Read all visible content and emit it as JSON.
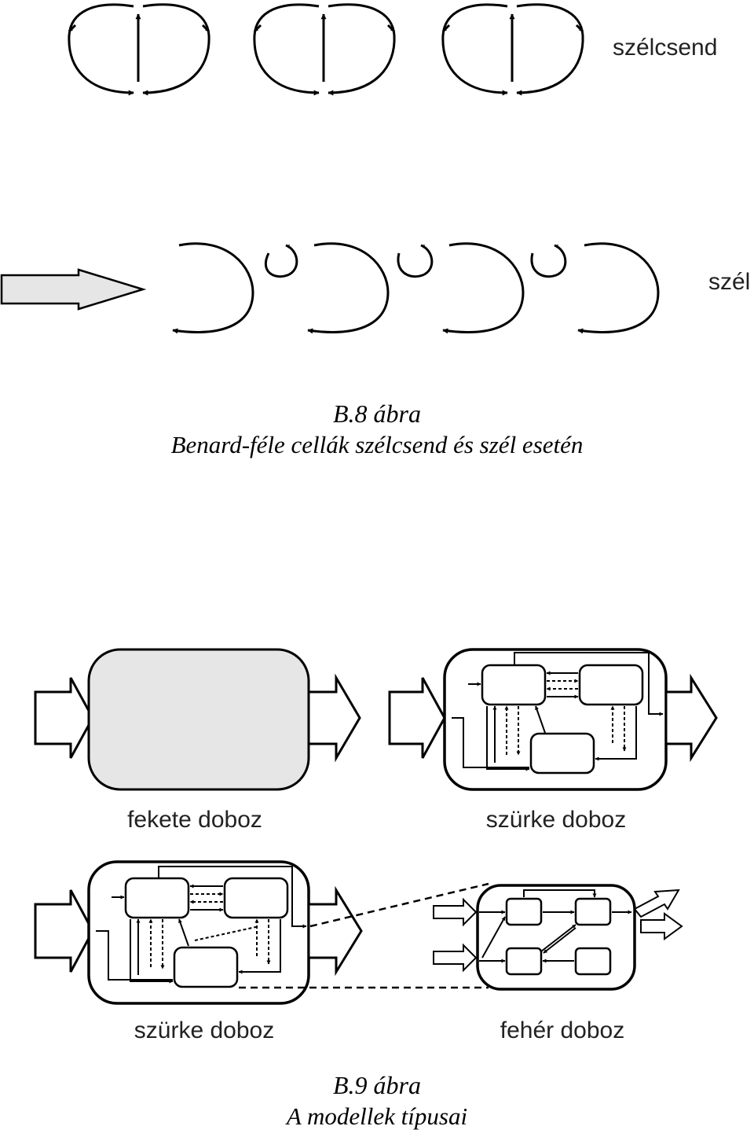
{
  "figure_b8": {
    "labels": {
      "calm": "szélcsend",
      "wind": "szél"
    },
    "caption_number": "B.8 ábra",
    "caption_title": "Benard-féle cellák szélcsend és szél esetén"
  },
  "figure_b9": {
    "labels": {
      "black_box": "fekete doboz",
      "grey_box_top": "szürke doboz",
      "grey_box_bottom": "szürke doboz",
      "white_box": "fehér doboz"
    },
    "caption_number": "B.9 ábra",
    "caption_title": "A modellek típusai"
  },
  "colors": {
    "ink": "#000000",
    "box_fill": "#e6e6e6",
    "arrow_fill": "#e6e6e6",
    "label_text": "#222222"
  }
}
